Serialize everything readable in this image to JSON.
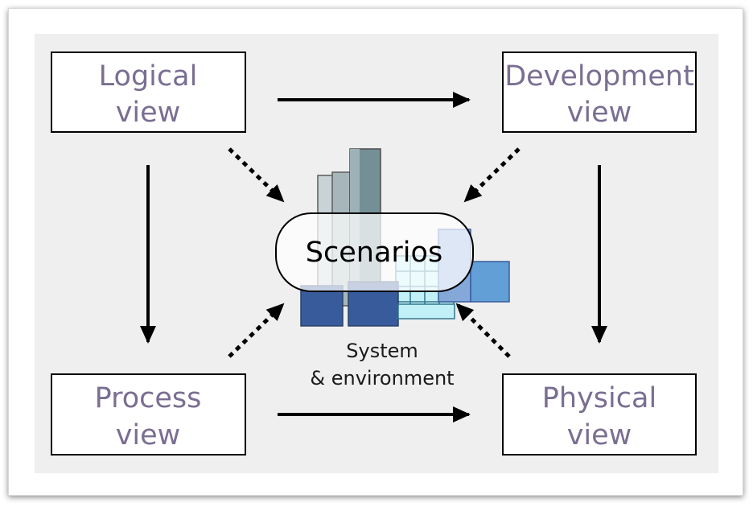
{
  "diagram": {
    "views": {
      "logical": {
        "line1": "Logical",
        "line2": "view"
      },
      "development": {
        "line1": "Development",
        "line2": "view"
      },
      "process": {
        "line1": "Process",
        "line2": "view"
      },
      "physical": {
        "line1": "Physical",
        "line2": "view"
      }
    },
    "center": {
      "label": "Scenarios"
    },
    "caption": {
      "line1": "System",
      "line2": "& environment"
    }
  },
  "colors": {
    "background_panel": "#efefef",
    "view_text": "#7a6e92",
    "arrow": "#000000",
    "building_dark": "#2f5597",
    "building_light": "#5b9bd5",
    "grid_cyan": "#bff2f7"
  }
}
